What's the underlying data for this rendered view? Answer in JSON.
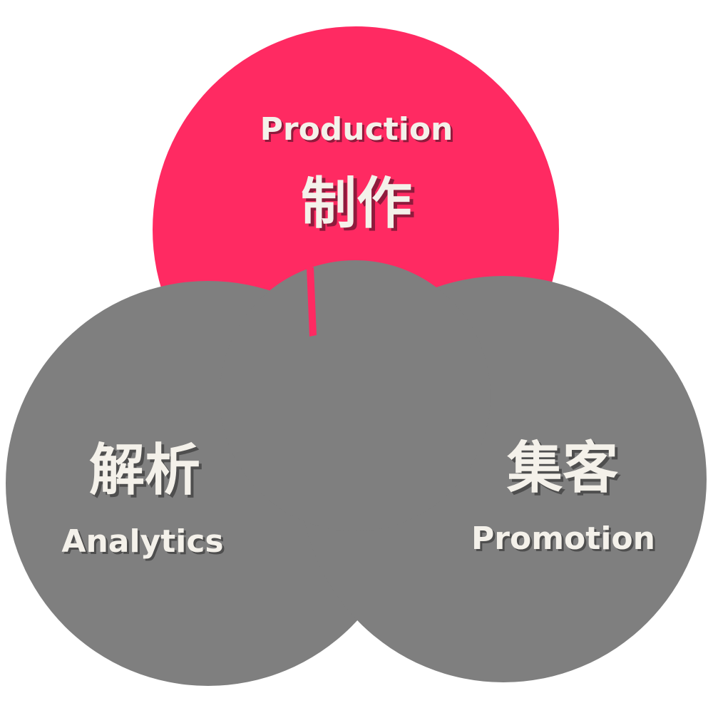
{
  "colors": {
    "production": "#ff2a62",
    "gray": "#7f7f7f",
    "text": "#f4f1ea",
    "shadow_pink": "#8f1a3c",
    "shadow_gray": "#4e4e4e",
    "background": "#ffffff"
  },
  "circles": {
    "production": {
      "label_en": "Production",
      "label_jp": "制作"
    },
    "analytics": {
      "label_en": "Analytics",
      "label_jp": "解析"
    },
    "promotion": {
      "label_en": "Promotion",
      "label_jp": "集客"
    }
  }
}
